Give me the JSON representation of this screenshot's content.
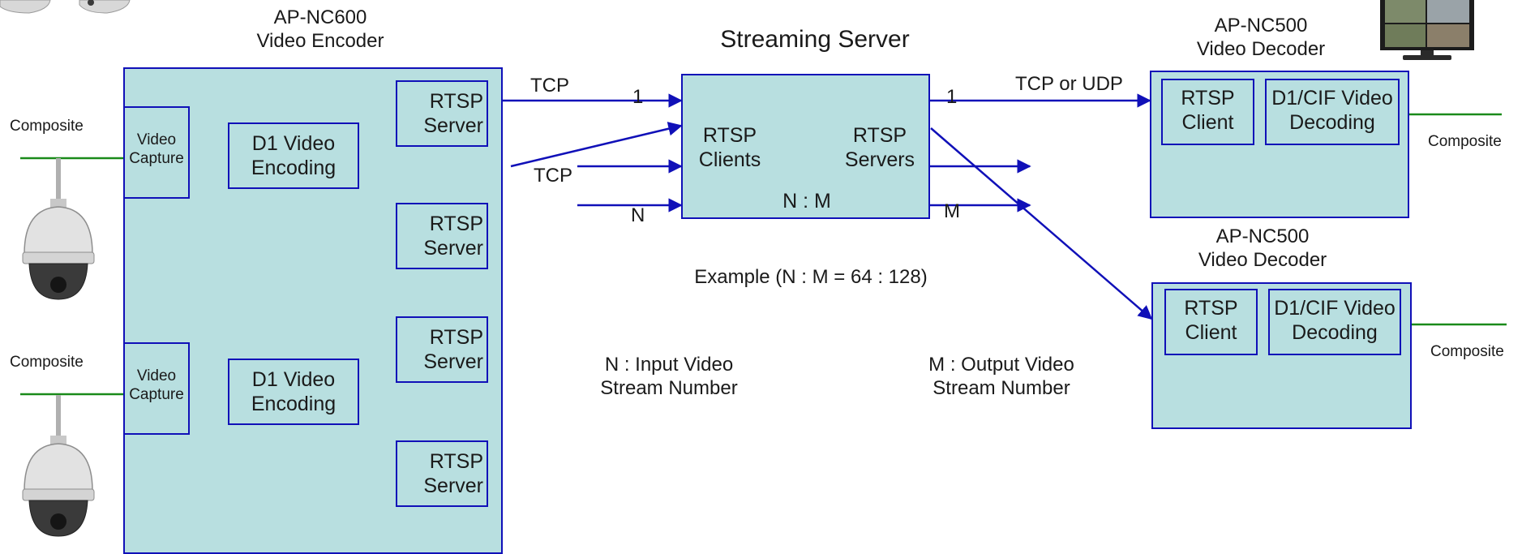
{
  "encoder": {
    "title_line1": "AP-NC600",
    "title_line2": "Video Encoder",
    "channels": [
      {
        "input_label": "Composite",
        "capture_line1": "Video",
        "capture_line2": "Capture",
        "encoding_line1": "D1 Video",
        "encoding_line2": "Encoding",
        "servers": [
          {
            "line1": "RTSP",
            "line2": "Server"
          },
          {
            "line1": "RTSP",
            "line2": "Server"
          }
        ]
      },
      {
        "input_label": "Composite",
        "capture_line1": "Video",
        "capture_line2": "Capture",
        "encoding_line1": "D1 Video",
        "encoding_line2": "Encoding",
        "servers": [
          {
            "line1": "RTSP",
            "line2": "Server"
          },
          {
            "line1": "RTSP",
            "line2": "Server"
          }
        ]
      }
    ]
  },
  "links": {
    "tcp_top": "TCP",
    "tcp_mid": "TCP",
    "in_index": "1",
    "in_count": "N",
    "out_index": "1",
    "out_count": "M",
    "tcp_or_udp": "TCP or UDP"
  },
  "server": {
    "title": "Streaming Server",
    "clients_line1": "RTSP",
    "clients_line2": "Clients",
    "servers_line1": "RTSP",
    "servers_line2": "Servers",
    "ratio": "N : M"
  },
  "notes": {
    "example": "Example (N : M  = 64 : 128)",
    "n_line1": "N : Input Video",
    "n_line2": "Stream Number",
    "m_line1": "M : Output Video",
    "m_line2": "Stream Number"
  },
  "decoders": [
    {
      "title_line1": "AP-NC500",
      "title_line2": "Video Decoder",
      "client_line1": "RTSP",
      "client_line2": "Client",
      "decoding_line1": "D1/CIF Video",
      "decoding_line2": "Decoding",
      "output_label": "Composite"
    },
    {
      "title_line1": "AP-NC500",
      "title_line2": "Video Decoder",
      "client_line1": "RTSP",
      "client_line2": "Client",
      "decoding_line1": "D1/CIF Video",
      "decoding_line2": "Decoding",
      "output_label": "Composite"
    }
  ],
  "colors": {
    "box_fill": "#b8dfe0",
    "box_border": "#1010b8",
    "arrow": "#1010b8",
    "video_line": "#1a8a1a"
  },
  "icons": [
    "ptz-dome-camera-icon",
    "ptz-dome-camera-icon",
    "camera-icon",
    "tv-monitor-icon"
  ]
}
